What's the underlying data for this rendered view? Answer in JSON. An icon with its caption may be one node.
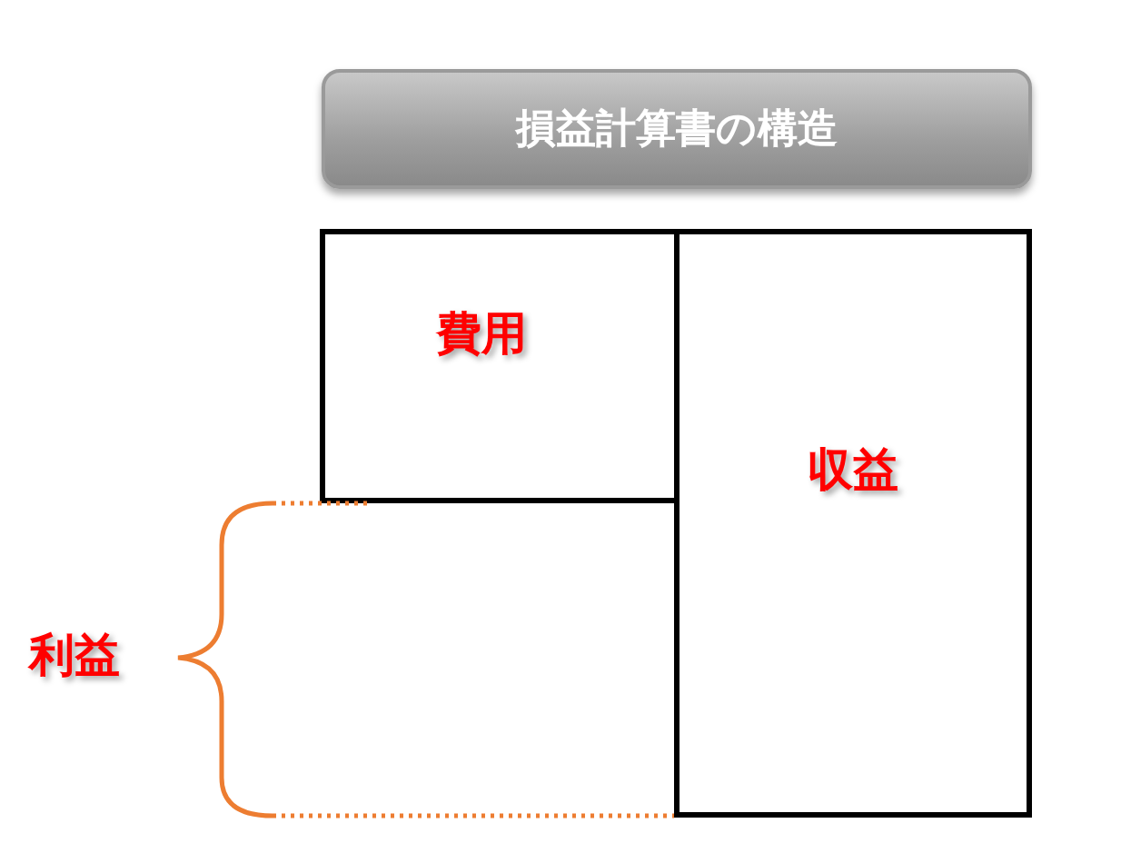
{
  "diagram": {
    "title": "損益計算書の構造",
    "nodes": [
      {
        "text": [
          "費用"
        ]
      },
      {
        "text": [
          "収益"
        ]
      }
    ],
    "labels": [
      "利益"
    ]
  }
}
